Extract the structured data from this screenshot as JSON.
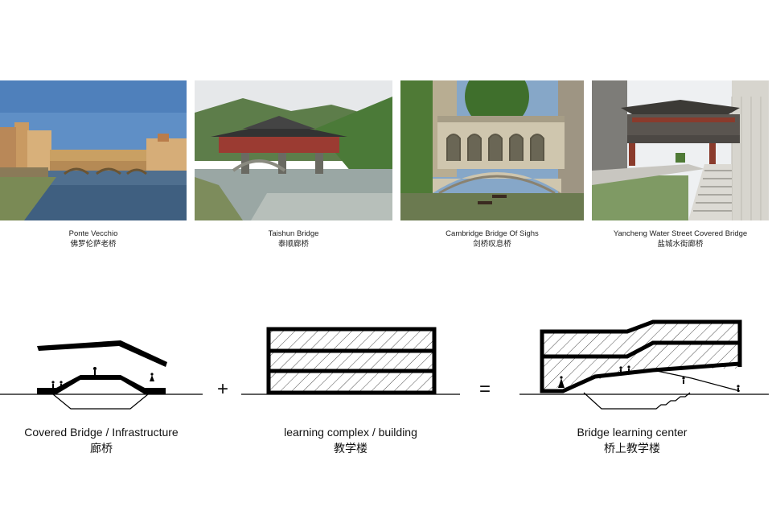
{
  "photos": [
    {
      "name_en": "Ponte Vecchio",
      "name_zh": "佛罗伦萨老桥"
    },
    {
      "name_en": "Taishun Bridge",
      "name_zh": "泰顺廊桥"
    },
    {
      "name_en": "Cambridge Bridge Of Sighs",
      "name_zh": "剑桥叹息桥"
    },
    {
      "name_en": "Yancheng Water Street Covered Bridge",
      "name_zh": "盐城水街廊桥"
    }
  ],
  "diagrams": [
    {
      "label_en": "Covered Bridge / Infrastructure",
      "label_zh": "廊桥"
    },
    {
      "label_en": "learning complex / building",
      "label_zh": "教学楼"
    },
    {
      "label_en": "Bridge learning center",
      "label_zh": "桥上教学楼"
    }
  ],
  "operators": {
    "plus": "+",
    "equals": "="
  },
  "colors": {
    "ink": "#000000",
    "sky": "#6f9ccc",
    "water": "#58708a",
    "stone": "#c9a36a",
    "foliage": "#4c7a35",
    "red_bridge": "#9b3b32"
  }
}
